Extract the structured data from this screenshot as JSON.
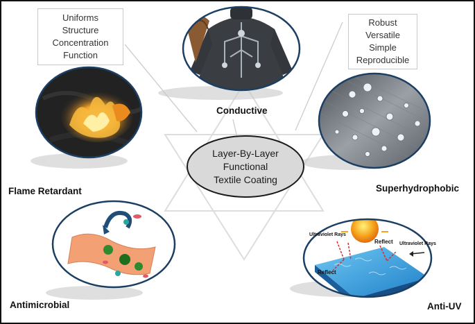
{
  "diagram": {
    "center": {
      "lines": [
        "Layer-By-Layer",
        "Functional",
        "Textile Coating"
      ]
    },
    "callout_left": {
      "lines": [
        "Uniforms",
        "Structure",
        "Concentration",
        "Function"
      ]
    },
    "callout_right": {
      "lines": [
        "Robust",
        "Versatile",
        "Simple",
        "Reproducible"
      ]
    },
    "properties": {
      "conductive": "Conductive",
      "flame_retardant": "Flame Retardant",
      "superhydrophobic": "Superhydrophobic",
      "antimicrobial": "Antimicrobial",
      "anti_uv": "Anti-UV"
    },
    "uv_figure": {
      "ultraviolet_left": "Ultraviolet Rays",
      "ultraviolet_right": "Ultraviolet Rays",
      "reflect_1": "Reflect",
      "reflect_2": "Reflect"
    },
    "colors": {
      "ellipse_border": "#1b3f63",
      "center_fill": "#d9d9d9",
      "star_lines": "#dddddd"
    }
  }
}
